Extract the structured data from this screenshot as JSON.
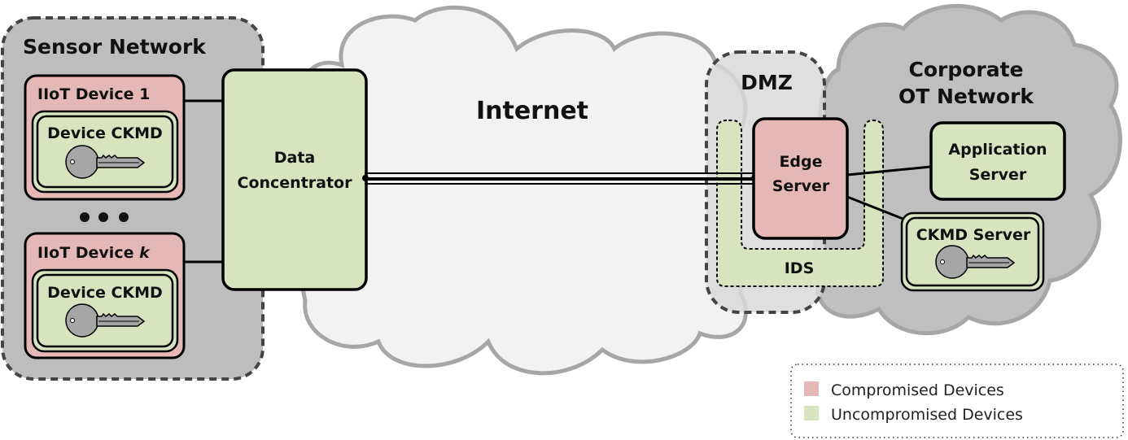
{
  "colors": {
    "compromised": "#e5b8b6",
    "uncompromised": "#d8e4c0",
    "sensor_bg": "#bdbdbd",
    "internet_bg": "#f2f2f2",
    "cloud_stroke": "#a6a6a6",
    "corporate_bg": "#bfbfbf",
    "dmz_bg": "#d9d9d9",
    "key_fill": "#a6a6a6"
  },
  "regions": {
    "sensor_network": "Sensor Network",
    "internet": "Internet",
    "dmz": "DMZ",
    "corporate_line1": "Corporate",
    "corporate_line2": "OT Network"
  },
  "devices": {
    "iiot_1": {
      "prefix": "IIoT Device ",
      "suffix": "1",
      "status": "compromised",
      "module": "Device CKMD"
    },
    "iiot_k": {
      "prefix": "IIoT Device ",
      "suffix": "k",
      "status": "compromised",
      "module": "Device CKMD"
    },
    "ellipsis": "• • •"
  },
  "nodes": {
    "data_concentrator": {
      "line1": "Data",
      "line2": "Concentrator",
      "status": "uncompromised"
    },
    "edge_server": {
      "line1": "Edge",
      "line2": "Server",
      "status": "compromised"
    },
    "ids": {
      "label": "IDS",
      "status": "uncompromised"
    },
    "application_server": {
      "line1": "Application",
      "line2": "Server",
      "status": "uncompromised"
    },
    "ckmd_server": {
      "label": "CKMD Server",
      "status": "uncompromised"
    }
  },
  "legend": {
    "items": [
      {
        "label": "Compromised Devices",
        "status": "compromised"
      },
      {
        "label": "Uncompromised Devices",
        "status": "uncompromised"
      }
    ]
  }
}
